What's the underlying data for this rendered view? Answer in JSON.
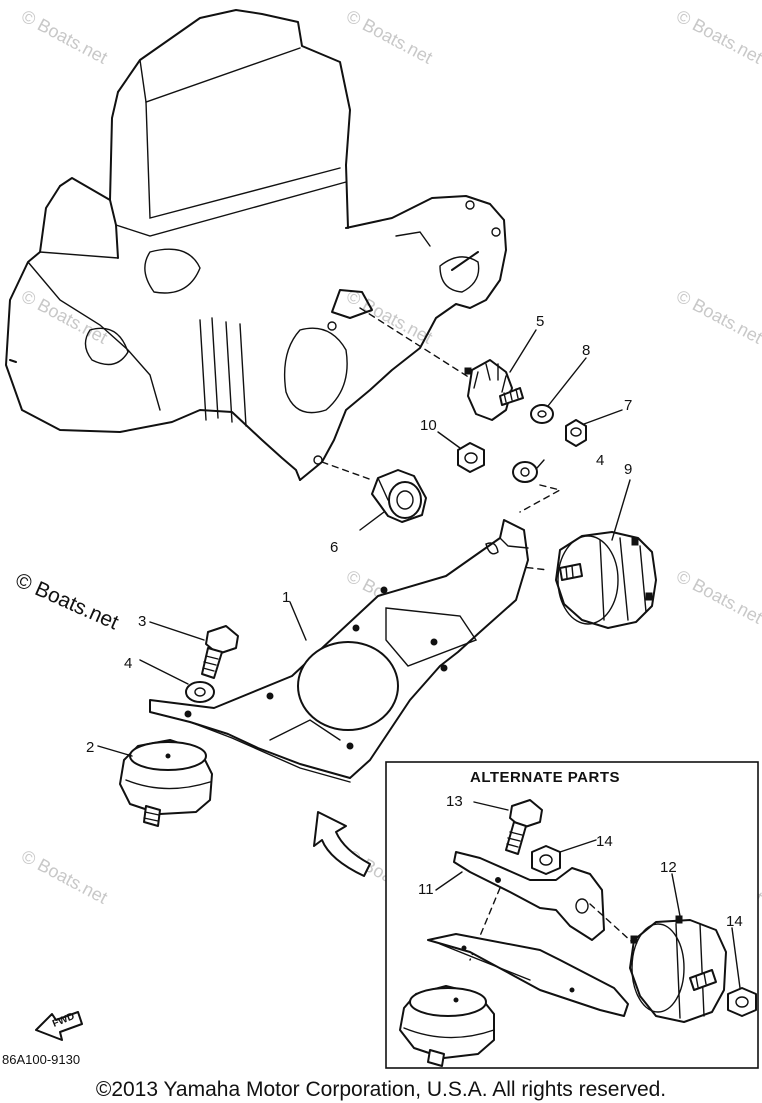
{
  "watermark": "© Boats.net",
  "callouts": {
    "c1": "1",
    "c2": "2",
    "c3": "3",
    "c4a": "4",
    "c4b": "4",
    "c5": "5",
    "c6": "6",
    "c7": "7",
    "c8": "8",
    "c9": "9",
    "c10": "10",
    "c11": "11",
    "c12": "12",
    "c13": "13",
    "c14a": "14",
    "c14b": "14"
  },
  "alternate_parts": {
    "title": "ALTERNATE PARTS"
  },
  "fwd_label": "FWD",
  "diagram_code": "86A100-9130",
  "copyright": "©2013 Yamaha Motor Corporation, U.S.A. All rights reserved."
}
